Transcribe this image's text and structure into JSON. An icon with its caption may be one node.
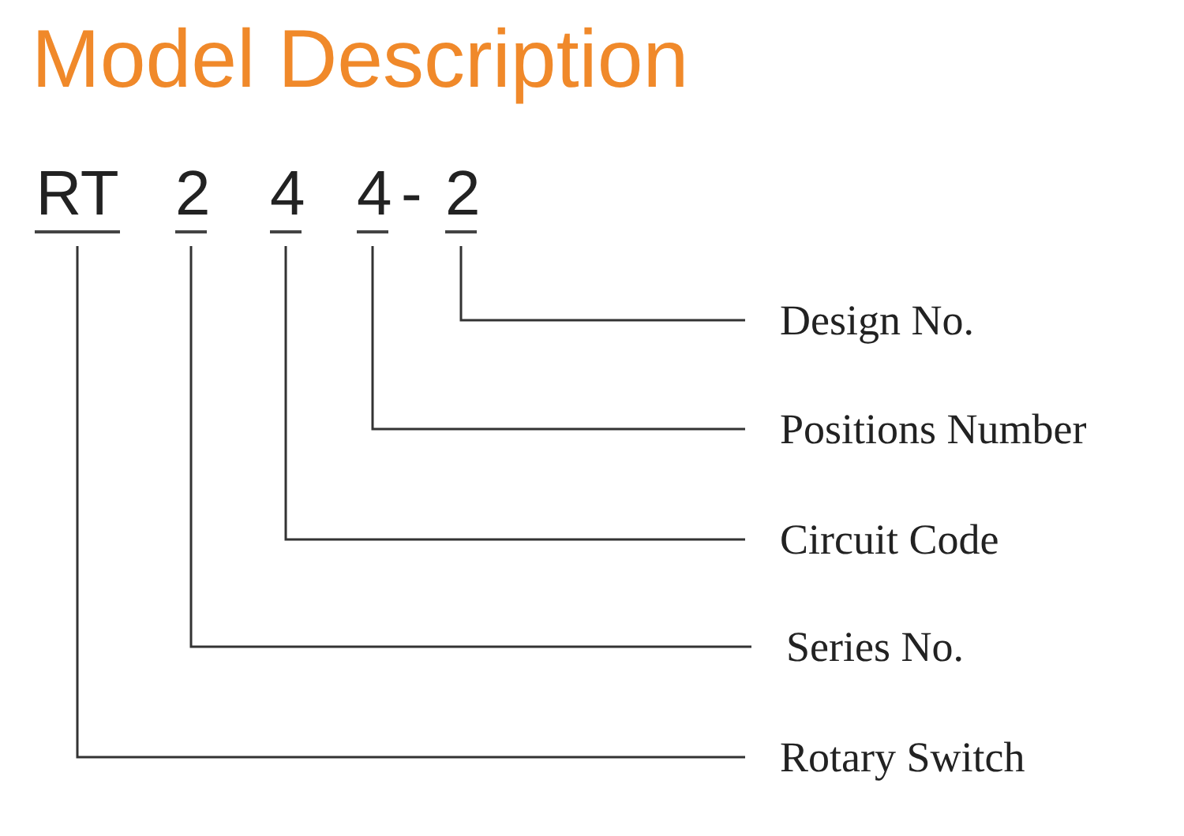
{
  "diagram": {
    "title": "Model Description",
    "nodes": [
      {
        "text": [
          "RT"
        ]
      },
      {
        "text": [
          "2"
        ]
      },
      {
        "text": [
          "4"
        ]
      },
      {
        "text": [
          "4"
        ]
      },
      {
        "text": [
          "2"
        ]
      },
      {
        "text": [
          "Design No."
        ]
      },
      {
        "text": [
          "Positions Number"
        ]
      },
      {
        "text": [
          "Circuit Code"
        ]
      },
      {
        "text": [
          "Series No."
        ]
      },
      {
        "text": [
          "Rotary Switch"
        ]
      }
    ],
    "edges": [
      {
        "from": 4,
        "to": 5,
        "arrow": "none"
      },
      {
        "from": 3,
        "to": 6,
        "arrow": "none"
      },
      {
        "from": 2,
        "to": 7,
        "arrow": "none"
      },
      {
        "from": 1,
        "to": 8,
        "arrow": "none"
      },
      {
        "from": 0,
        "to": 9,
        "arrow": "none"
      }
    ],
    "labels": [
      "-"
    ]
  }
}
